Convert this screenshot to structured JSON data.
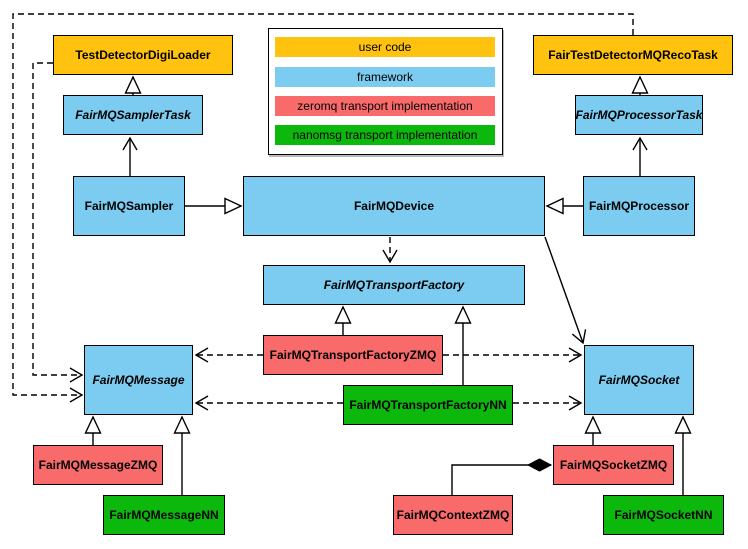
{
  "diagram": {
    "kind": "UML class diagram",
    "colors": {
      "user_code": "#FFC20E",
      "framework": "#7BCCF0",
      "zeromq": "#F96B6B",
      "nanomsg": "#0DB80D",
      "border": "#000000",
      "background": "#FFFFFF"
    },
    "legend": {
      "items": [
        {
          "label": "user code",
          "color": "#FFC20E"
        },
        {
          "label": "framework",
          "color": "#7BCCF0"
        },
        {
          "label": "zeromq transport implementation",
          "color": "#F96B6B"
        },
        {
          "label": "nanomsg transport implementation",
          "color": "#0DB80D"
        }
      ]
    },
    "nodes": {
      "test_detector_digi_loader": {
        "label": "TestDetectorDigiLoader",
        "kind": "user code"
      },
      "fair_test_detector_mq_reco_task": {
        "label": "FairTestDetectorMQRecoTask",
        "kind": "user code"
      },
      "fair_mq_sampler_task": {
        "label": "FairMQSamplerTask",
        "kind": "framework",
        "abstract": true
      },
      "fair_mq_processor_task": {
        "label": "FairMQProcessorTask",
        "kind": "framework",
        "abstract": true
      },
      "fair_mq_sampler": {
        "label": "FairMQSampler",
        "kind": "framework"
      },
      "fair_mq_device": {
        "label": "FairMQDevice",
        "kind": "framework"
      },
      "fair_mq_processor": {
        "label": "FairMQProcessor",
        "kind": "framework"
      },
      "fair_mq_transport_factory": {
        "label": "FairMQTransportFactory",
        "kind": "framework",
        "abstract": true
      },
      "fair_mq_message": {
        "label": "FairMQMessage",
        "kind": "framework",
        "abstract": true
      },
      "fair_mq_socket": {
        "label": "FairMQSocket",
        "kind": "framework",
        "abstract": true
      },
      "fair_mq_transport_factory_zmq": {
        "label": "FairMQTransportFactoryZMQ",
        "kind": "zeromq"
      },
      "fair_mq_message_zmq": {
        "label": "FairMQMessageZMQ",
        "kind": "zeromq"
      },
      "fair_mq_socket_zmq": {
        "label": "FairMQSocketZMQ",
        "kind": "zeromq"
      },
      "fair_mq_context_zmq": {
        "label": "FairMQContextZMQ",
        "kind": "zeromq"
      },
      "fair_mq_transport_factory_nn": {
        "label": "FairMQTransportFactoryNN",
        "kind": "nanomsg"
      },
      "fair_mq_message_nn": {
        "label": "FairMQMessageNN",
        "kind": "nanomsg"
      },
      "fair_mq_socket_nn": {
        "label": "FairMQSocketNN",
        "kind": "nanomsg"
      }
    },
    "edges": [
      {
        "from": "FairMQSamplerTask",
        "to": "TestDetectorDigiLoader",
        "type": "inheritance"
      },
      {
        "from": "FairMQProcessorTask",
        "to": "FairTestDetectorMQRecoTask",
        "type": "inheritance"
      },
      {
        "from": "FairMQSampler",
        "to": "FairMQSamplerTask",
        "type": "directed-association"
      },
      {
        "from": "FairMQProcessor",
        "to": "FairMQProcessorTask",
        "type": "directed-association"
      },
      {
        "from": "FairMQSampler",
        "to": "FairMQDevice",
        "type": "inheritance"
      },
      {
        "from": "FairMQProcessor",
        "to": "FairMQDevice",
        "type": "inheritance"
      },
      {
        "from": "FairMQDevice",
        "to": "FairMQTransportFactory",
        "type": "dependency"
      },
      {
        "from": "FairMQDevice",
        "to": "FairMQSocket",
        "type": "directed-association"
      },
      {
        "from": "FairMQTransportFactoryZMQ",
        "to": "FairMQTransportFactory",
        "type": "inheritance"
      },
      {
        "from": "FairMQTransportFactoryNN",
        "to": "FairMQTransportFactory",
        "type": "inheritance"
      },
      {
        "from": "FairMQTransportFactoryZMQ",
        "to": "FairMQMessage",
        "type": "dependency"
      },
      {
        "from": "FairMQTransportFactoryZMQ",
        "to": "FairMQSocket",
        "type": "dependency"
      },
      {
        "from": "FairMQTransportFactoryNN",
        "to": "FairMQMessage",
        "type": "dependency"
      },
      {
        "from": "FairMQTransportFactoryNN",
        "to": "FairMQSocket",
        "type": "dependency"
      },
      {
        "from": "TestDetectorDigiLoader",
        "to": "FairMQMessage",
        "type": "dependency"
      },
      {
        "from": "FairTestDetectorMQRecoTask",
        "to": "FairMQMessage",
        "type": "dependency"
      },
      {
        "from": "FairMQMessageZMQ",
        "to": "FairMQMessage",
        "type": "inheritance"
      },
      {
        "from": "FairMQMessageNN",
        "to": "FairMQMessage",
        "type": "inheritance"
      },
      {
        "from": "FairMQSocketZMQ",
        "to": "FairMQSocket",
        "type": "inheritance"
      },
      {
        "from": "FairMQSocketNN",
        "to": "FairMQSocket",
        "type": "inheritance"
      },
      {
        "from": "FairMQContextZMQ",
        "to": "FairMQSocketZMQ",
        "type": "composition"
      }
    ]
  }
}
